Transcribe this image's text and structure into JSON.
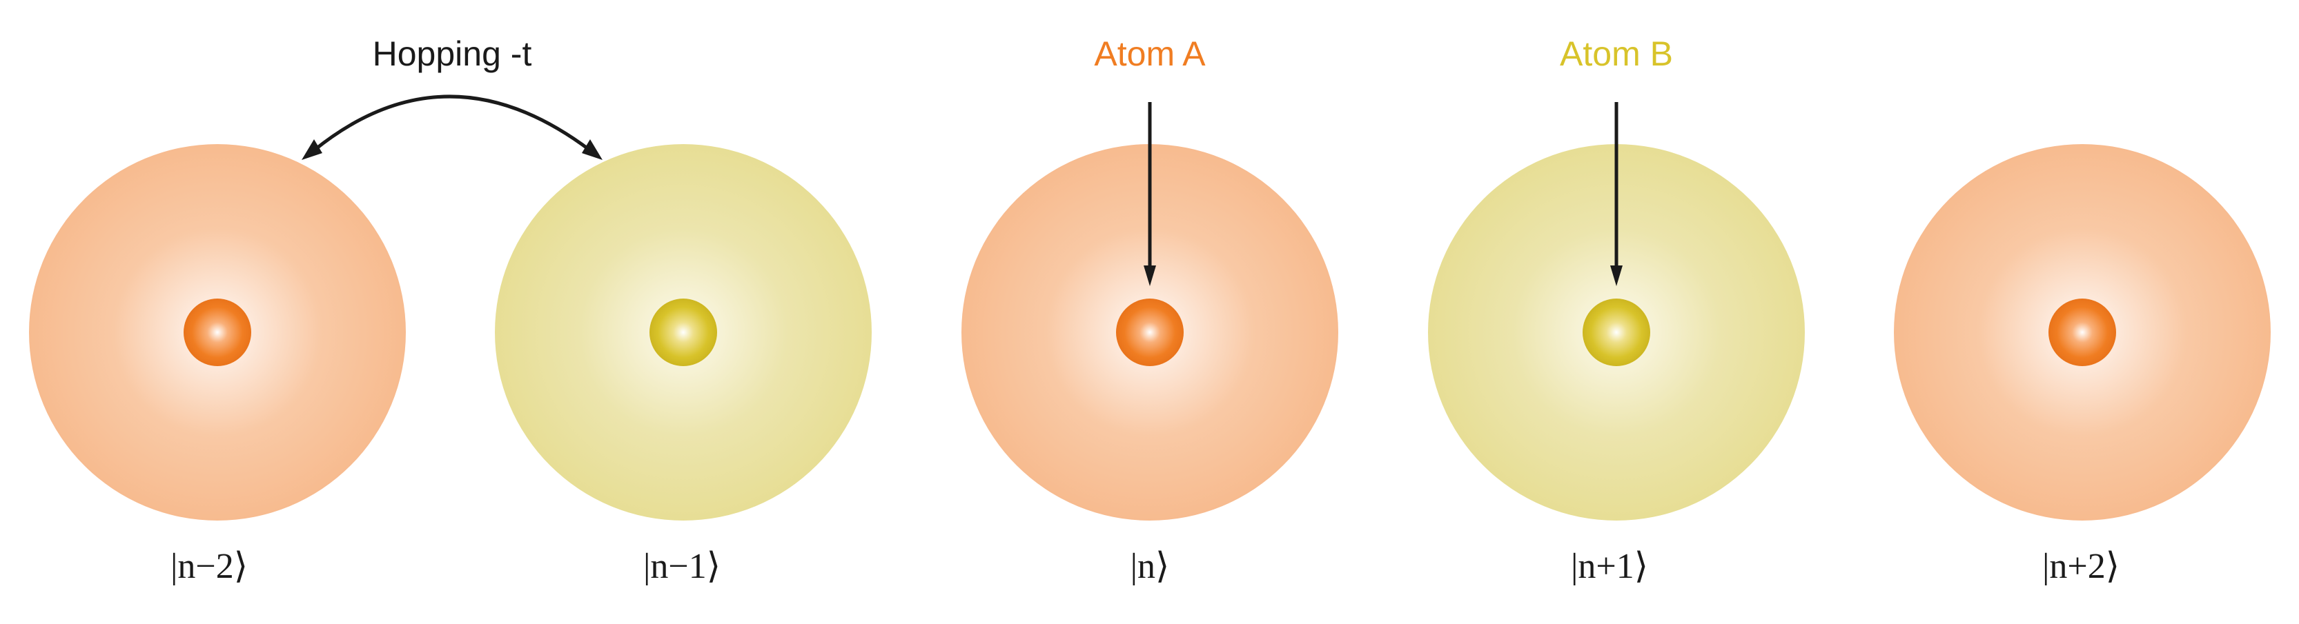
{
  "diagram": {
    "hopping_label": "Hopping -t",
    "atom_a_label": "Atom A",
    "atom_b_label": "Atom B",
    "atom_a_color": "#f07d22",
    "atom_b_color": "#d8c32a",
    "atom_a_cloud": "#f7bb8f",
    "atom_b_cloud": "#e7de95",
    "sites": [
      {
        "type": "A",
        "label": "|n−2⟩"
      },
      {
        "type": "B",
        "label": "|n−1⟩"
      },
      {
        "type": "A",
        "label": "|n⟩"
      },
      {
        "type": "B",
        "label": "|n+1⟩"
      },
      {
        "type": "A",
        "label": "|n+2⟩"
      }
    ]
  }
}
